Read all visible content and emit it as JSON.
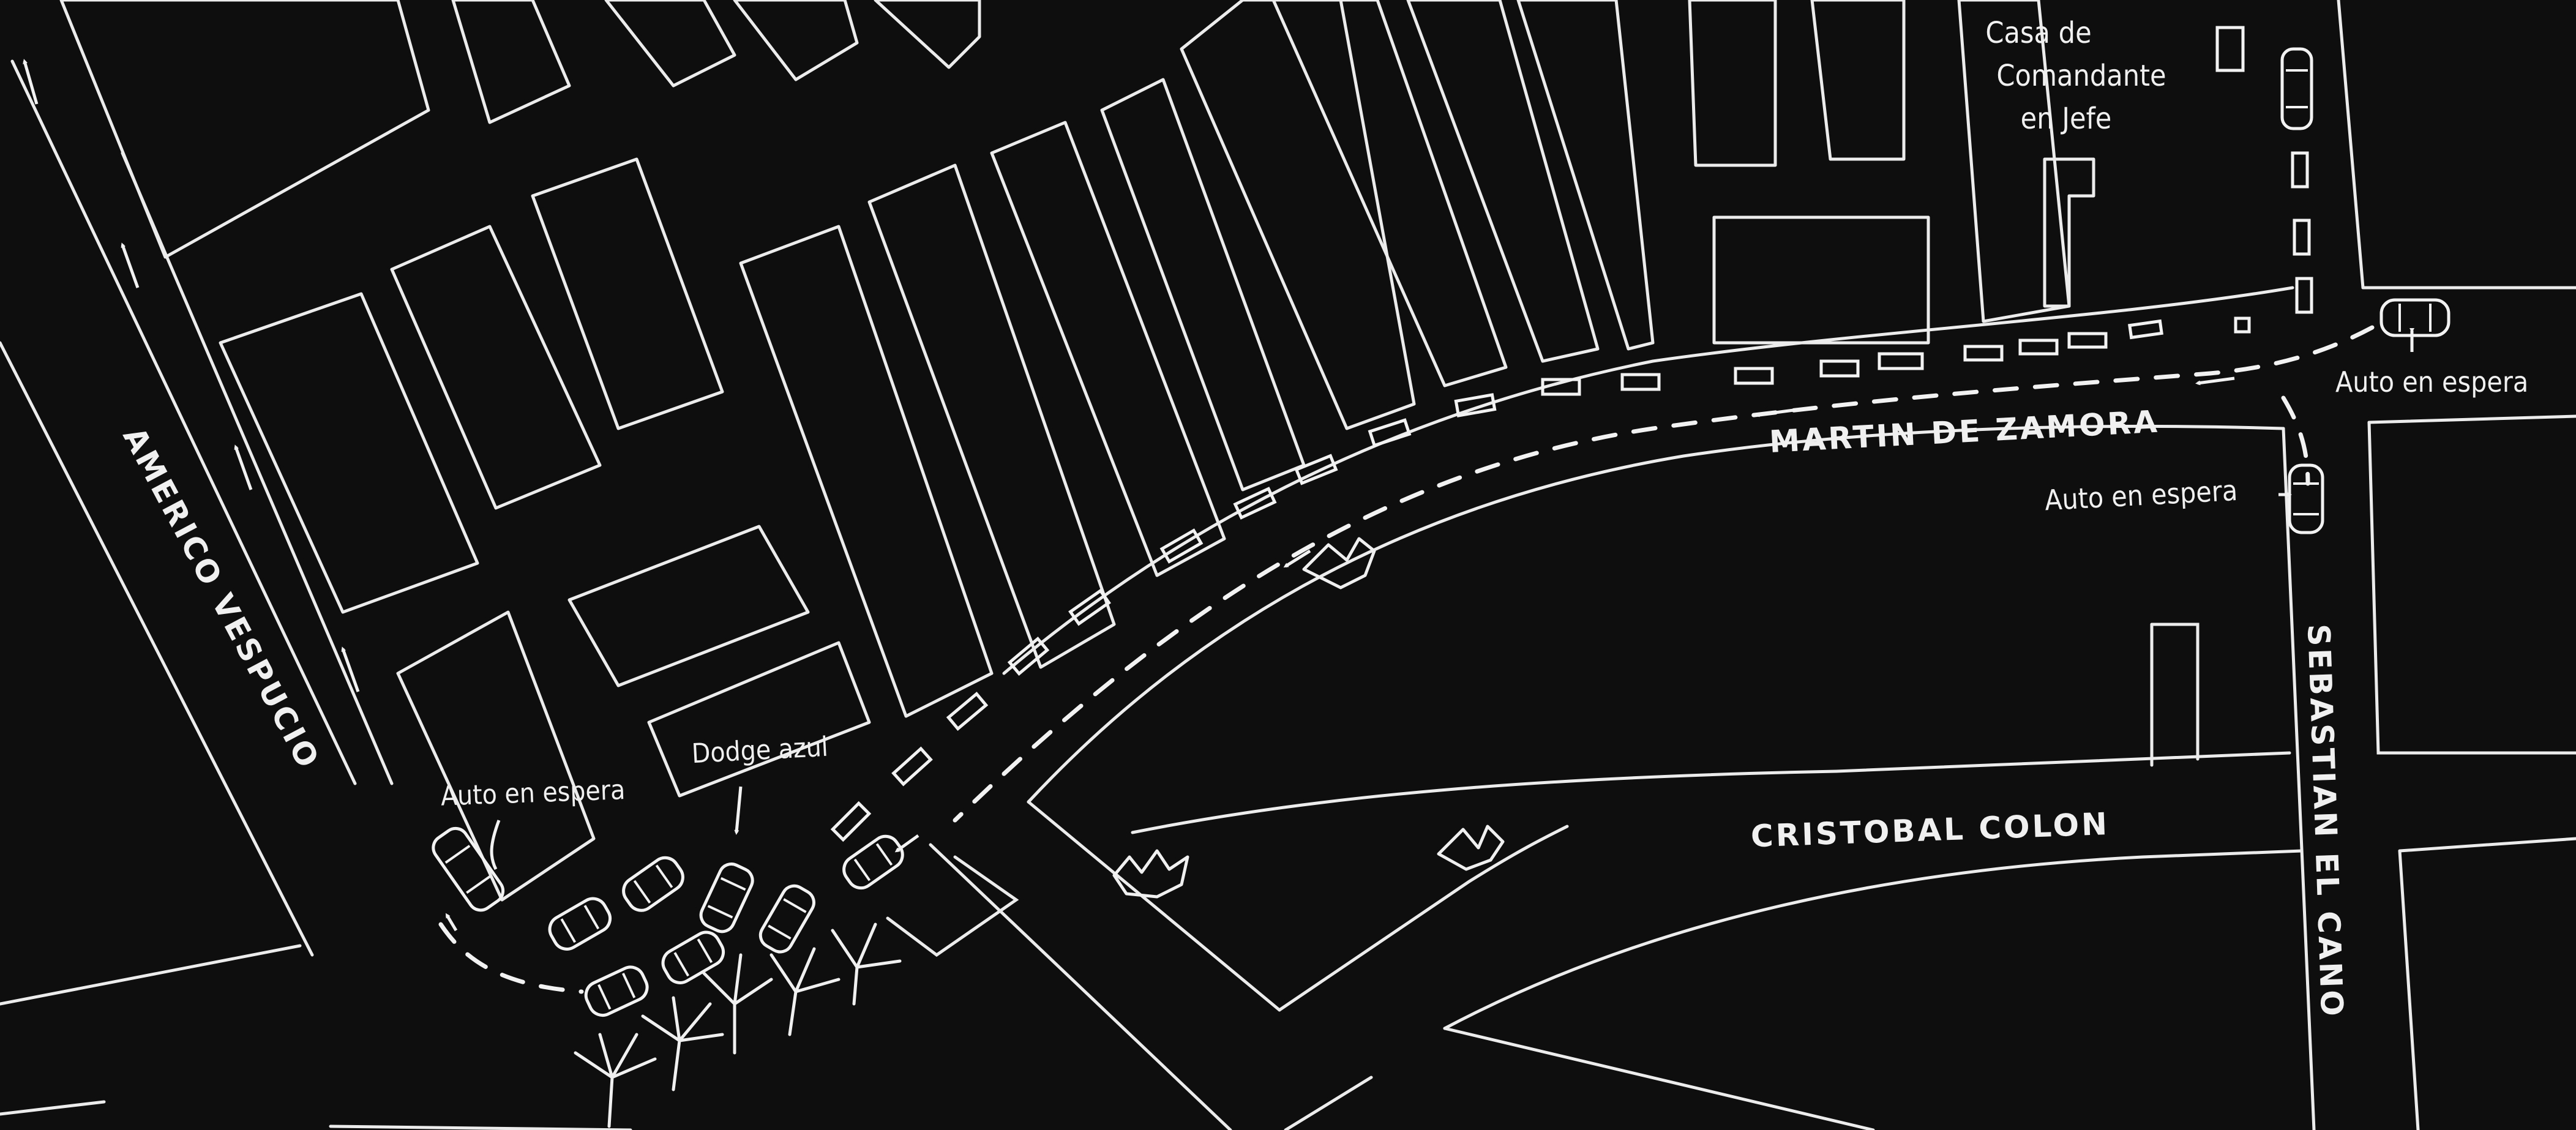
{
  "streets": {
    "martin_de_zamora": "MARTIN DE ZAMORA",
    "americo_vespucio": "AMERICO VESPUCIO",
    "sebastian_el_cano": "SEBASTIAN EL CANO",
    "cristobal_colon": "CRISTOBAL COLON"
  },
  "labels": {
    "residence_line1": "Casa de",
    "residence_line2": "Comandante",
    "residence_line3": "en Jefe",
    "waiting_car_right": "Auto en espera",
    "waiting_car_center": "Auto en espera",
    "waiting_car_left": "Auto en espera",
    "blue_dodge": "Dodge azul"
  },
  "colors": {
    "background": "#0e0e0e",
    "ink": "#ececec"
  },
  "icons": [
    "car-icon",
    "direction-arrow-icon",
    "palm-tree-icon",
    "shrub-icon"
  ]
}
